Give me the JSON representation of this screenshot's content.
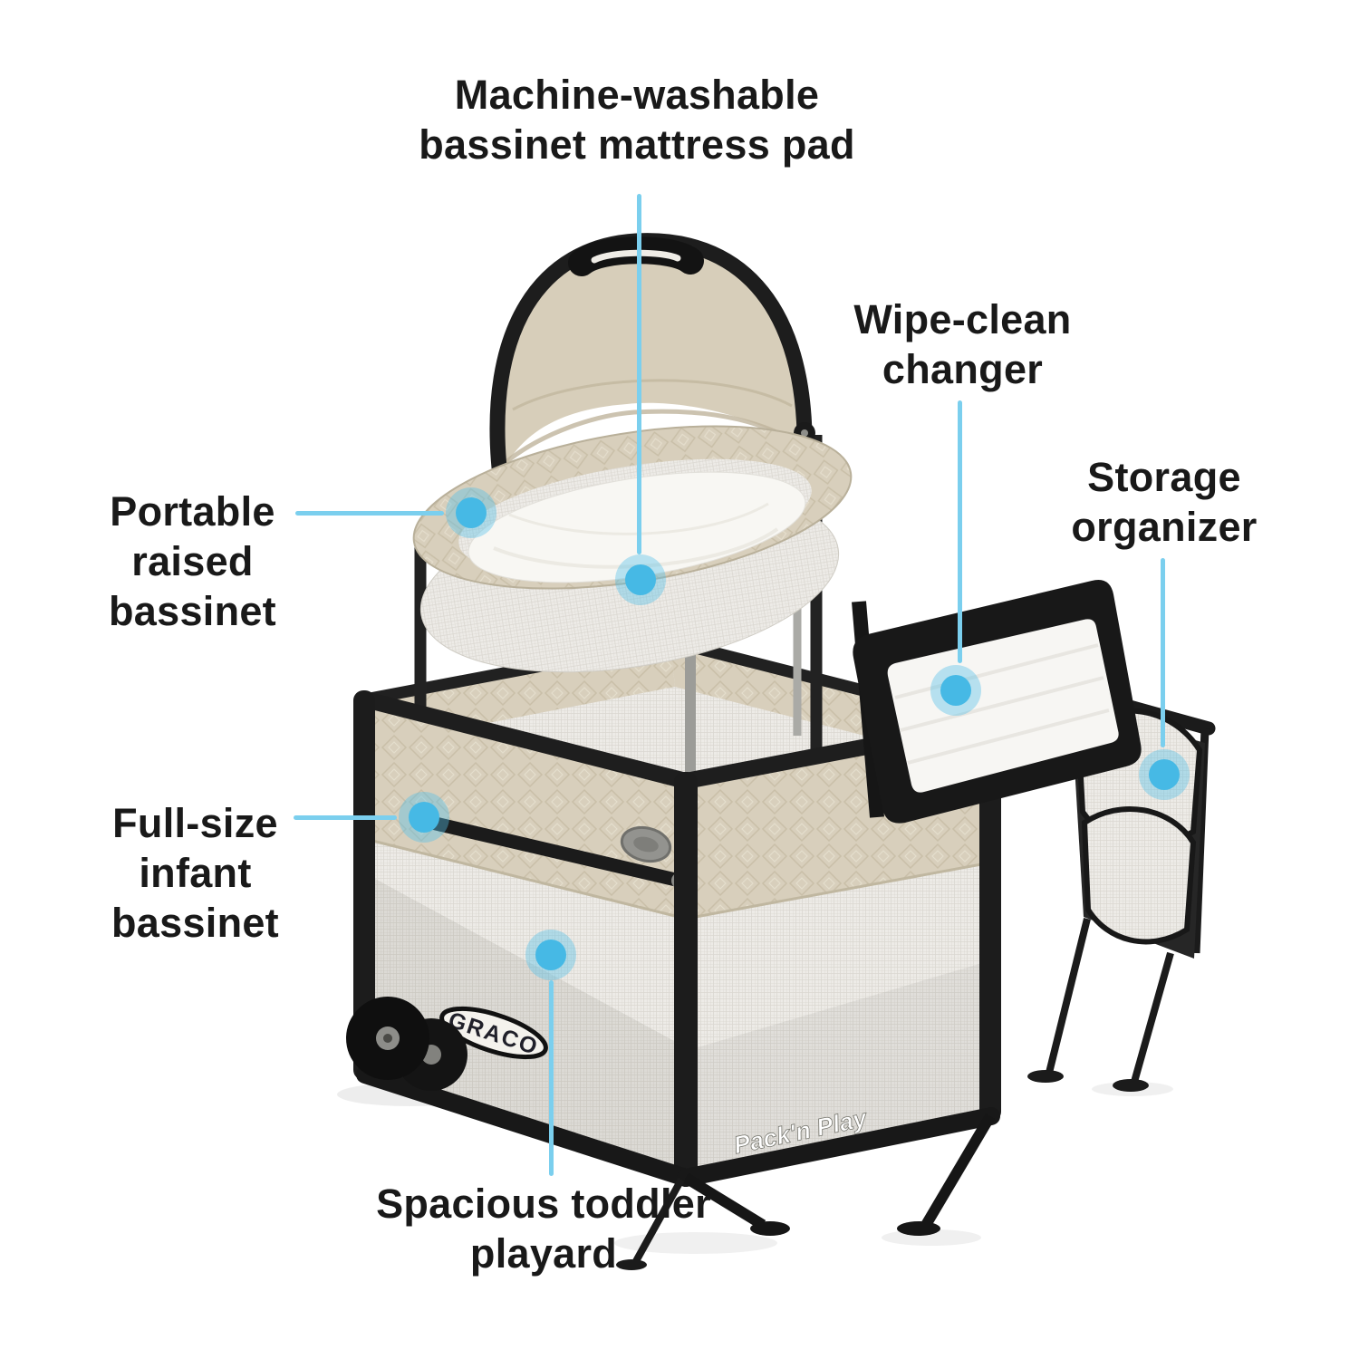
{
  "image": {
    "type": "product-feature-callout",
    "background": "#ffffff"
  },
  "accent": {
    "callout_dot": "#46b9e5",
    "callout_halo": "rgba(86,193,232,0.40)",
    "callout_line": "#7bcfee",
    "label_text": "#191919"
  },
  "product": {
    "brand_logo": "GRACO",
    "model_logo": "Pack'n Play",
    "colors": {
      "frame": "#1c1c1c",
      "fabric": "#d8cfbc",
      "mesh": "#edebe7",
      "pad": "#f7f6f2"
    }
  },
  "callouts": [
    {
      "id": "bassinet-mattress-pad",
      "text": "Machine-washable\nbassinet mattress pad"
    },
    {
      "id": "wipe-clean-changer",
      "text": "Wipe-clean\nchanger"
    },
    {
      "id": "storage-organizer",
      "text": "Storage\norganizer"
    },
    {
      "id": "portable-raised-bassinet",
      "text": "Portable\nraised\nbassinet"
    },
    {
      "id": "full-size-infant-bassinet",
      "text": "Full-size\ninfant\nbassinet"
    },
    {
      "id": "spacious-toddler-playard",
      "text": "Spacious toddler\nplayard"
    }
  ]
}
